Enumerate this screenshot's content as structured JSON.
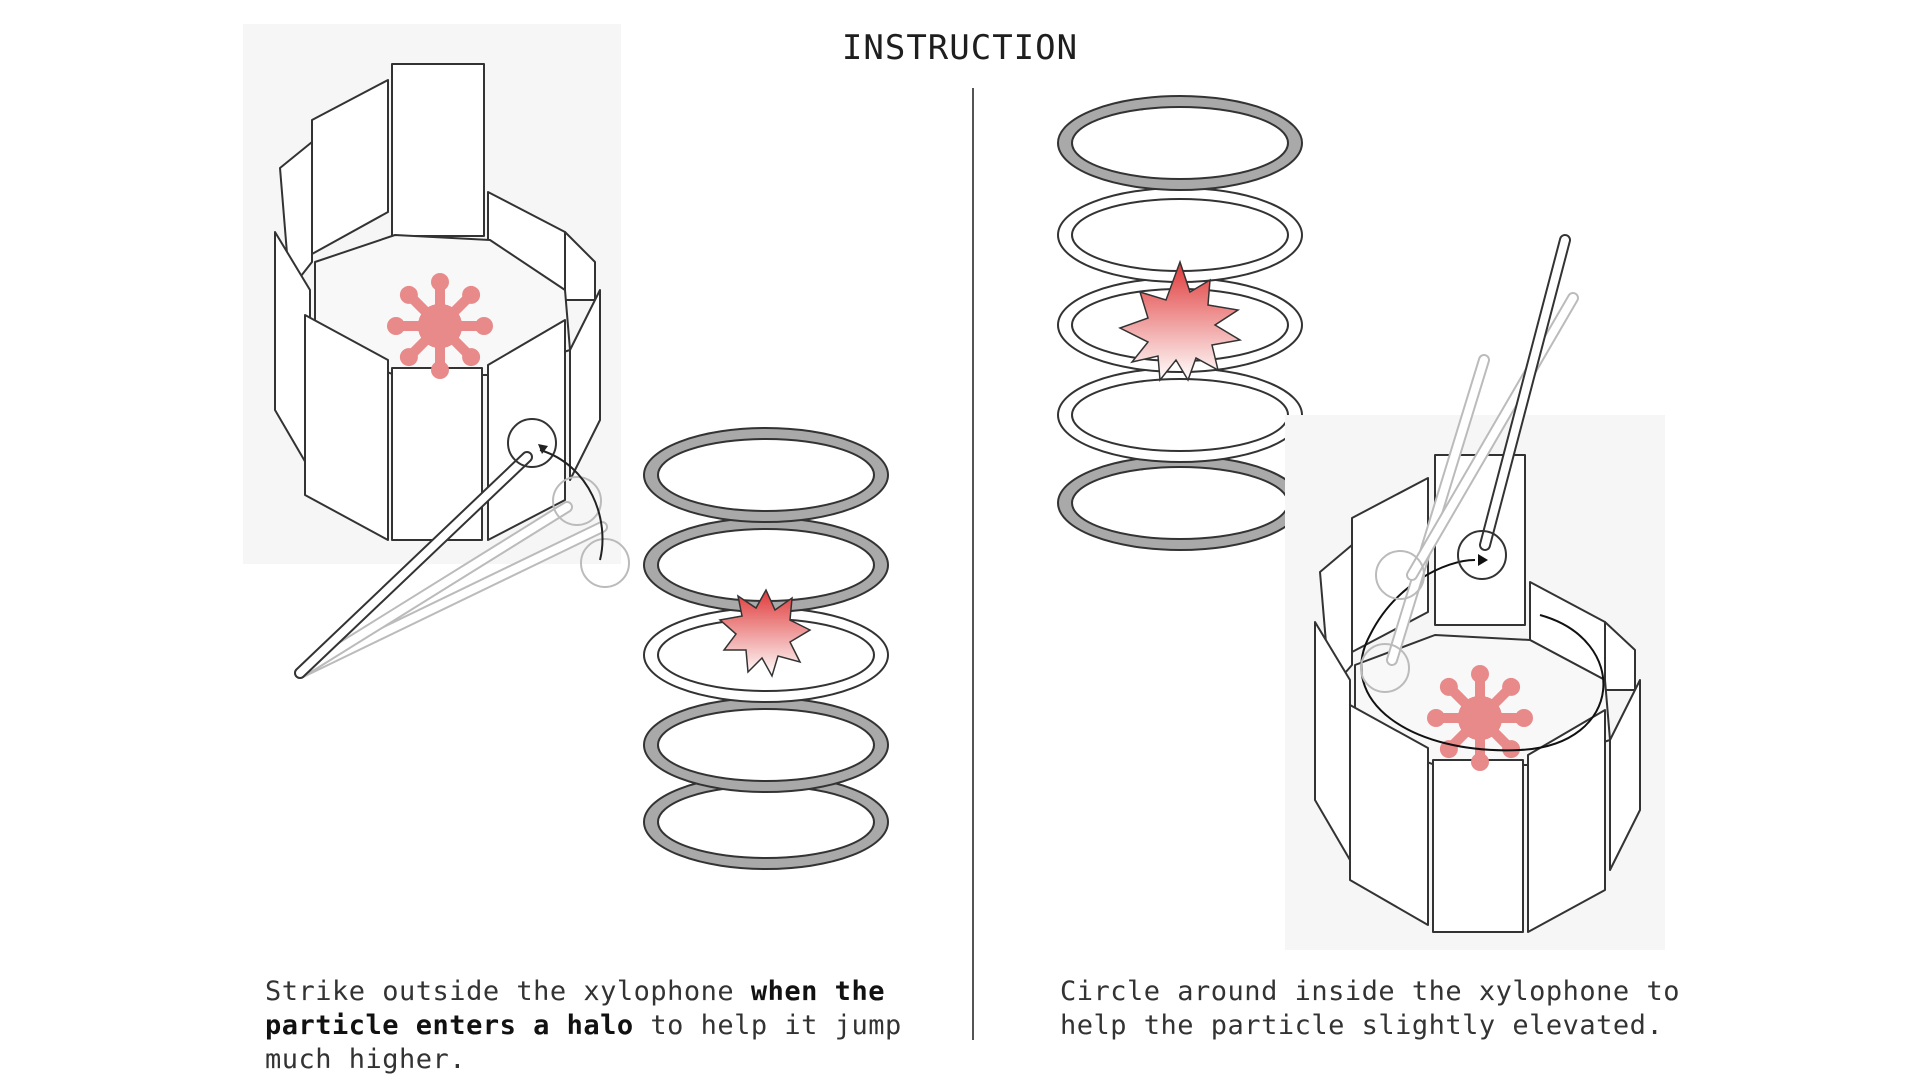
{
  "title": "INSTRUCTION",
  "left_caption": {
    "part1": "Strike outside the xylophone ",
    "bold": "when the particle enters a halo",
    "part2": " to help it jump much higher."
  },
  "right_caption": {
    "text": "Circle around inside the xylophone to help the particle slightly elevated."
  },
  "colors": {
    "particle": "#e88a8a",
    "ring_active": "#a9a9a9",
    "ring_inactive": "#ffffff",
    "outline": "#333333",
    "background_panel": "#f7f7f7"
  }
}
